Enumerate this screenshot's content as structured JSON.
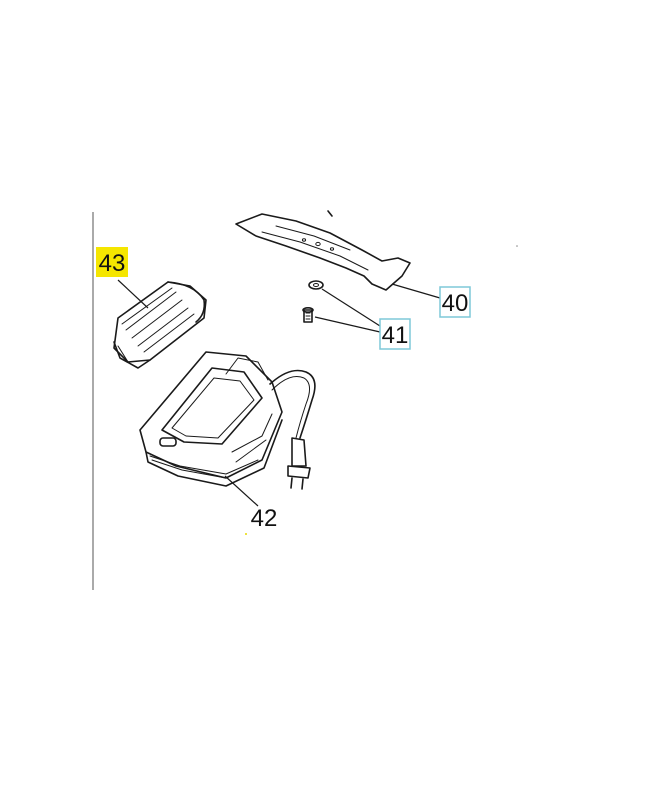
{
  "callouts": [
    {
      "id": "40",
      "label": "40",
      "part": "blade",
      "highlight": "box",
      "box_color": "#7ec8d8"
    },
    {
      "id": "41",
      "label": "41",
      "part": "bolt-and-washer",
      "highlight": "box",
      "box_color": "#7ec8d8"
    },
    {
      "id": "42",
      "label": "42",
      "part": "charger",
      "highlight": "none"
    },
    {
      "id": "43",
      "label": "43",
      "part": "battery",
      "highlight": "fill",
      "box_color": "#f5e600"
    }
  ],
  "colors": {
    "line": "#1a1a1a",
    "background": "#ffffff",
    "selected_highlight": "#f5e600",
    "callout_border": "#7ec8d8"
  }
}
